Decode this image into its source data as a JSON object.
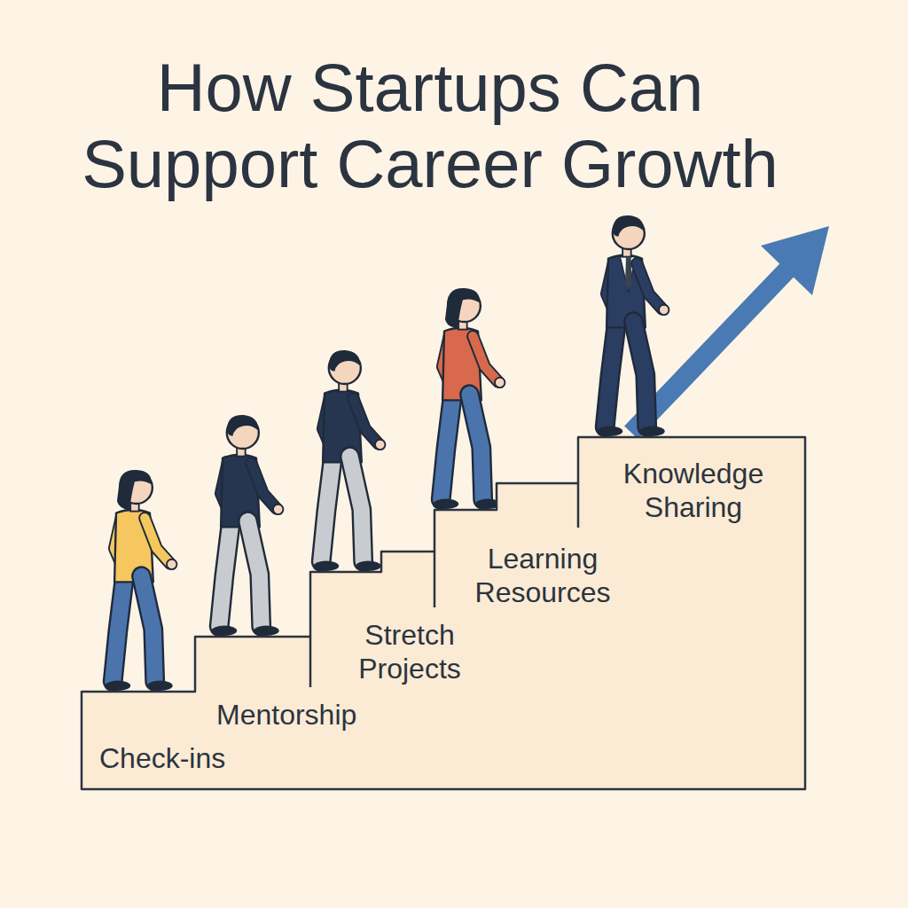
{
  "diagram": {
    "title": "How Startups Can Support Career Growth",
    "nodes": [
      {
        "text": [
          "Check-ins",
          "Mentorship",
          "Stretch Projects",
          "Learning Resources",
          "Knowledge Sharing"
        ]
      }
    ]
  }
}
